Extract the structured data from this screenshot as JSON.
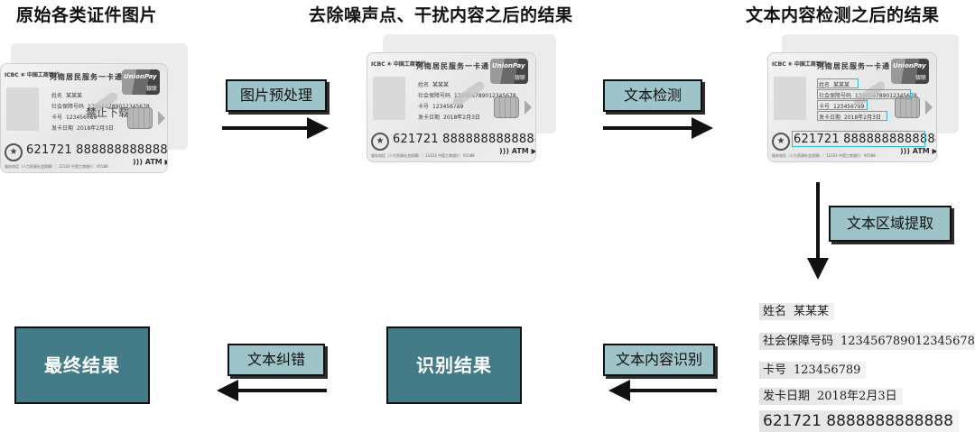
{
  "headings": {
    "original": "原始各类证件图片",
    "denoised": "去除噪声点、干扰内容之后的结果",
    "detected": "文本内容检测之后的结果"
  },
  "card": {
    "bank": "ICBC ⑧ 中国工商银行",
    "title": "河南居民服务一卡通",
    "unionpay": "UnionPay",
    "unionpay_cn": "银联",
    "name_label": "姓名",
    "name_value": "某某某",
    "ssn_label": "社会保障号码",
    "ssn_value": "123456789012345678",
    "card_label": "卡号",
    "card_value": "123456789",
    "date_label": "发卡日期",
    "date_value": "2018年2月3日",
    "number": "621721 8888888888888",
    "atm": "ATM ▶",
    "footer": "服务电话（人力资源社会保障）：12333   中国工商银行：95588",
    "watermark": "禁止下载"
  },
  "steps": {
    "preprocess": "图片预处理",
    "detect": "文本检测",
    "extract": "文本区域提取",
    "recognize": "文本内容识别",
    "correct": "文本纠错"
  },
  "outputs": {
    "recognition_result": "识别结果",
    "final_result": "最终结果"
  },
  "extracted": {
    "name_label": "姓名",
    "name_value": "某某某",
    "ssn_label": "社会保障号码",
    "ssn_value": "123456789012345678",
    "card_label": "卡号",
    "card_value": "123456789",
    "date_label": "发卡日期",
    "date_value": "2018年2月3日",
    "number": "621721 8888888888888"
  },
  "colors": {
    "process_box": "#9ec3c9",
    "output_box": "#437b86",
    "detect_box": "#36b5cf"
  }
}
